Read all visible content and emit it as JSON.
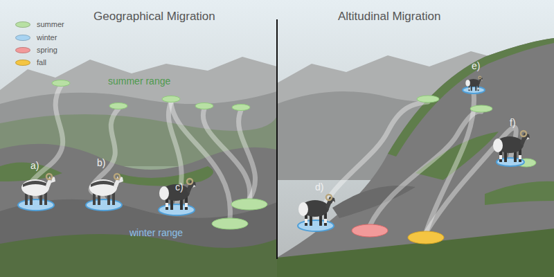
{
  "diagram": {
    "labels": [
      "Geographical Migration",
      "Altitudinal Migration",
      "summer range",
      "winter range",
      "a)",
      "b)",
      "c)",
      "d)",
      "e)",
      "f)"
    ],
    "legend": [
      {
        "text": "summer",
        "color": "#b8e0a4"
      },
      {
        "text": "winter",
        "color": "#a8d3f1"
      },
      {
        "text": "spring",
        "color": "#f29a9a"
      },
      {
        "text": "fall",
        "color": "#f4c542"
      }
    ]
  }
}
